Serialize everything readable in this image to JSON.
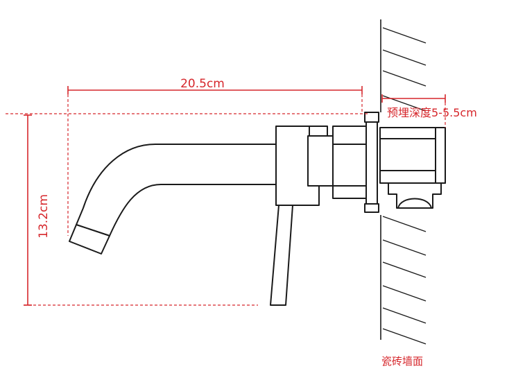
{
  "diagram": {
    "dimensions": {
      "spout_length": "20.5cm",
      "height": "13.2cm",
      "embed_depth": "预埋深度5-5.5cm"
    },
    "labels": {
      "wall": "瓷砖墙面"
    },
    "colors": {
      "dimension_line": "#d6262b",
      "outline": "#1a1a1a",
      "background": "#ffffff"
    }
  }
}
